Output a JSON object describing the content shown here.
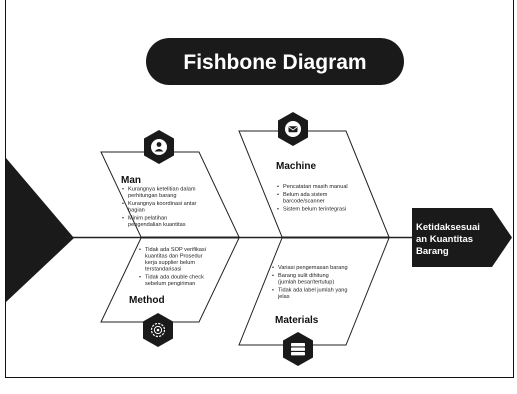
{
  "title": "Fishbone Diagram",
  "effect": [
    "Ketidaksesuai",
    "an Kuantitas",
    "Barang"
  ],
  "categories": {
    "man": {
      "label": "Man",
      "icon": "person-icon",
      "items": [
        [
          "Kurangnya ketelitian dalam",
          "perhitungan barang"
        ],
        [
          "Kurangnya koordinasi antar",
          "bagian"
        ],
        [
          "Minim pelatihan",
          "pengendalian kuantitas"
        ]
      ]
    },
    "machine": {
      "label": "Machine",
      "icon": "chat-icon",
      "items": [
        [
          "Pencatatan masih manual"
        ],
        [
          "Belum ada sistem",
          "barcode/scanner"
        ],
        [
          "Sistem belum terintegrasi"
        ]
      ]
    },
    "method": {
      "label": "Method",
      "icon": "gear-icon",
      "items": [
        [
          "Tidak ada SOP verifikasi",
          "kuantitas dan Prosedur",
          "kerja supplier belum",
          "terstandarisasi"
        ],
        [
          "Tidak ada double check",
          "sebelum pengiriman"
        ]
      ]
    },
    "materials": {
      "label": "Materials",
      "icon": "stack-icon",
      "items": [
        [
          "Variasi pengemasan barang"
        ],
        [
          "Barang sulit dihitung",
          "(jumlah besar/tertutup)"
        ],
        [
          "Tidak ada label jumlah yang",
          "jelas"
        ]
      ]
    }
  },
  "colors": {
    "dark": "#1a1a1a",
    "line": "#222222",
    "background": "#ffffff",
    "text_on_dark": "#ffffff"
  }
}
